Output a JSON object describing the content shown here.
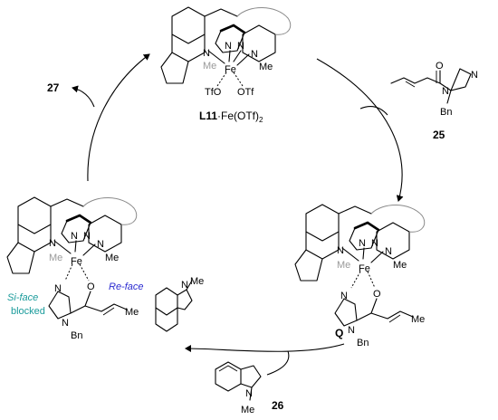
{
  "colors": {
    "si_face": "#1a9b9b",
    "re_face": "#2b2bd0",
    "methyl_grey": "#9a9a9a",
    "ink": "#000000"
  },
  "atoms": {
    "N": "N",
    "Fe": "Fe",
    "Me": "Me",
    "O": "O",
    "OTf": "OTf",
    "TfO": "TfO",
    "Bn": "Bn"
  },
  "labels": {
    "catalyst_bold": "L11",
    "catalyst_rest": "·Fe(OTf)",
    "catalyst_sub": "2",
    "product": "27",
    "substrate": "25",
    "indole": "26",
    "intermediate": "Q"
  },
  "annotations": {
    "si_face": "Si-face",
    "blocked": "blocked",
    "re_face": "Re-face"
  }
}
